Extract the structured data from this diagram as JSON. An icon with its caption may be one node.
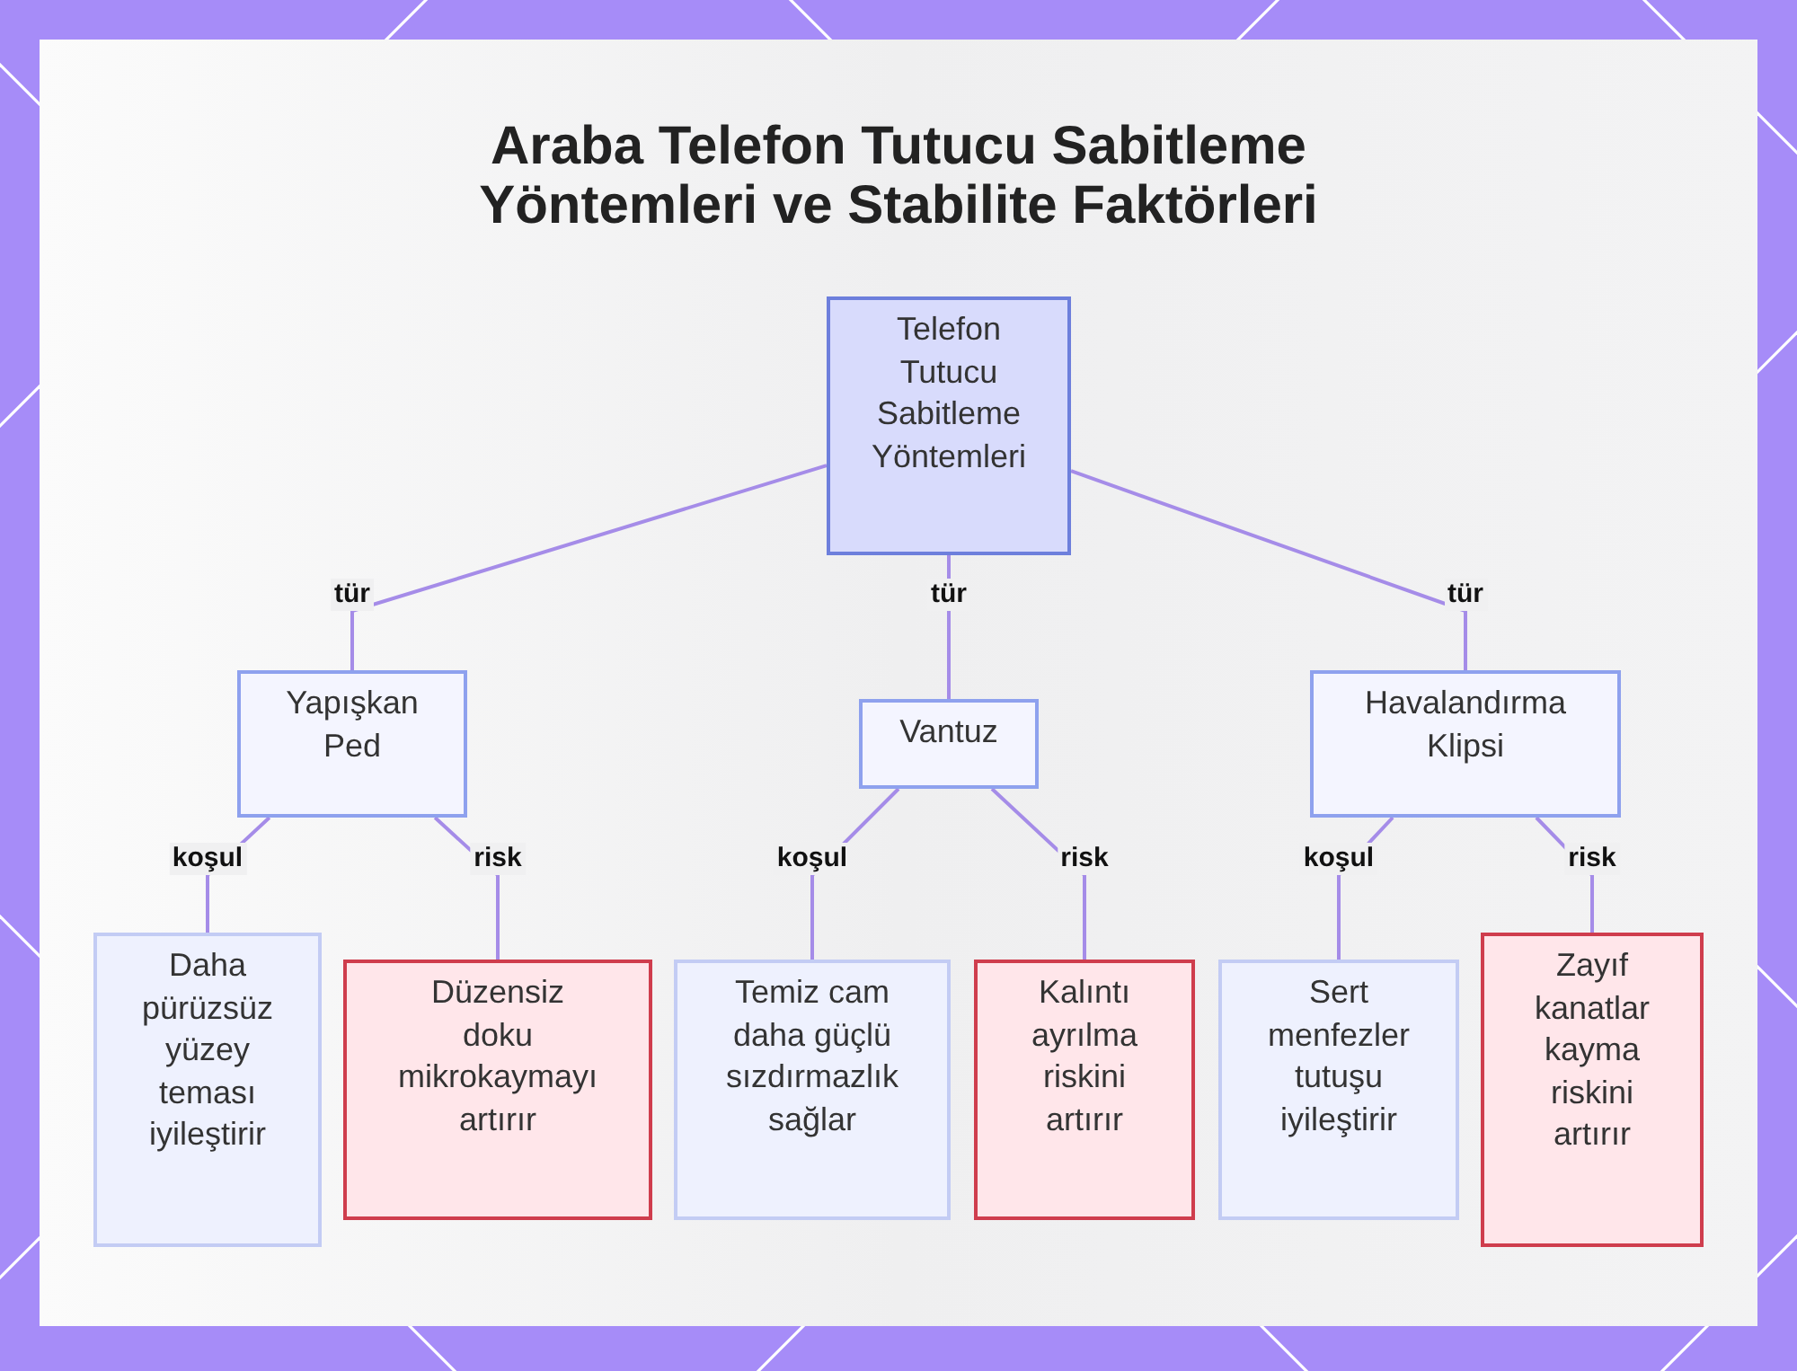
{
  "diagram": {
    "title": "Araba Telefon Tutucu Sabitleme Yöntemleri ve Stabilite Faktörleri",
    "nodes": [
      {
        "text": [
          "Telefon Tutucu Sabitleme Yöntemleri"
        ]
      },
      {
        "text": [
          "Yapışkan Ped"
        ]
      },
      {
        "text": [
          "Vantuz"
        ]
      },
      {
        "text": [
          "Havalandırma Klipsi"
        ]
      },
      {
        "text": [
          "Daha pürüzsüz yüzey teması iyileştirir"
        ]
      },
      {
        "text": [
          "Düzensiz doku mikrokaymayı artırır"
        ]
      },
      {
        "text": [
          "Temiz cam daha güçlü sızdırmazlık sağlar"
        ]
      },
      {
        "text": [
          "Kalıntı ayrılma riskini artırır"
        ]
      },
      {
        "text": [
          "Sert menfezler tutuşu iyileştirir"
        ]
      },
      {
        "text": [
          "Zayıf kanatlar kayma riskini artırır"
        ]
      }
    ],
    "edges": [
      {
        "from": 0,
        "to": 1,
        "arrow": "none",
        "label": "tür"
      },
      {
        "from": 0,
        "to": 2,
        "arrow": "none",
        "label": "tür"
      },
      {
        "from": 0,
        "to": 3,
        "arrow": "none",
        "label": "tür"
      },
      {
        "from": 1,
        "to": 4,
        "arrow": "none",
        "label": "koşul"
      },
      {
        "from": 1,
        "to": 5,
        "arrow": "none",
        "label": "risk"
      },
      {
        "from": 2,
        "to": 6,
        "arrow": "none",
        "label": "koşul"
      },
      {
        "from": 2,
        "to": 7,
        "arrow": "none",
        "label": "risk"
      },
      {
        "from": 3,
        "to": 8,
        "arrow": "none",
        "label": "koşul"
      },
      {
        "from": 3,
        "to": 9,
        "arrow": "none",
        "label": "risk"
      }
    ]
  }
}
